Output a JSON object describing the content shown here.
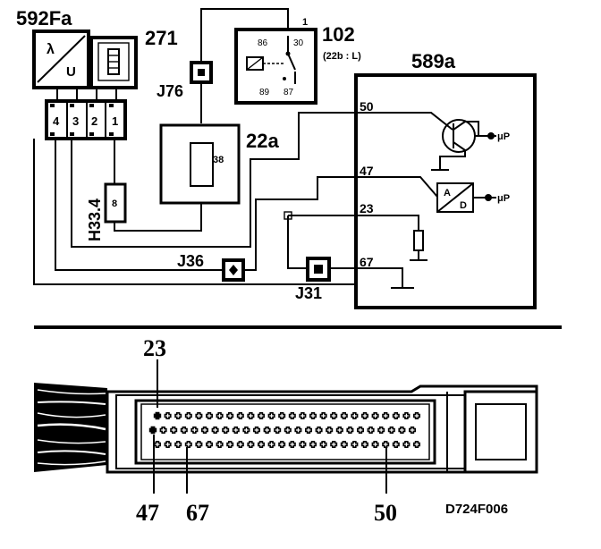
{
  "labels": {
    "c592": "592Fa",
    "c271": "271",
    "lambda": "λ",
    "u": "U",
    "j76": "J76",
    "c102": "102",
    "c102_sub": "(22b : L)",
    "r_pin_top": "1",
    "r86": "86",
    "r30": "30",
    "r89": "89",
    "r87": "87",
    "c22a": "22a",
    "c38": "38",
    "h334": "H33.4",
    "h8": "8",
    "j36": "J36",
    "j31": "J31",
    "c589": "589a",
    "e50": "50",
    "e47": "47",
    "e23": "23",
    "e67": "67",
    "mp1": "μP",
    "mp2": "μP",
    "adc_a": "A",
    "adc_d": "D",
    "conn4": "4",
    "conn3": "3",
    "conn2": "2",
    "conn1": "1",
    "pin23": "23",
    "pin47": "47",
    "pin67": "67",
    "pin50": "50",
    "ref": "D724F006"
  }
}
